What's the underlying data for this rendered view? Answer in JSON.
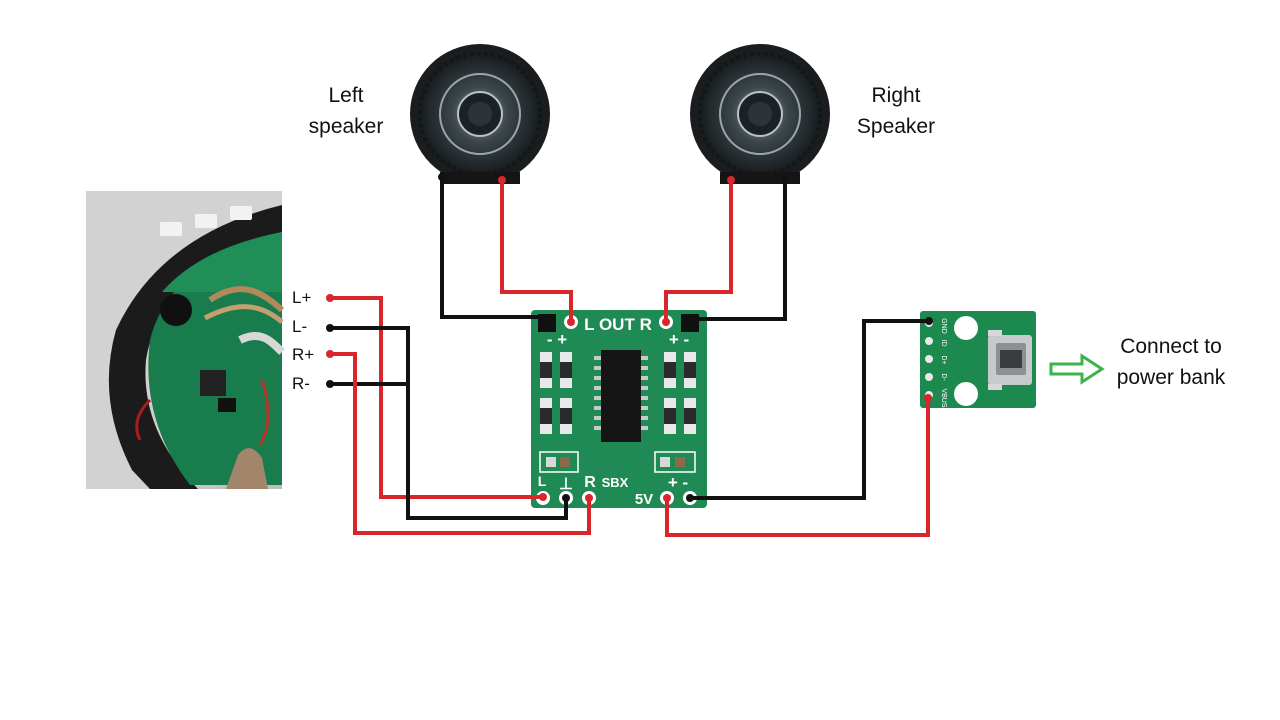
{
  "labels": {
    "left_speaker": [
      "Left",
      "speaker"
    ],
    "right_speaker": [
      "Right",
      "Speaker"
    ],
    "power": [
      "Connect to",
      "power bank"
    ]
  },
  "input_pins": [
    "L+",
    "L-",
    "R+",
    "R-"
  ],
  "amp_board": {
    "out_label": "L OUT R",
    "top_left_polarity": "- +",
    "top_right_polarity": "+ -",
    "model": "SBX",
    "bottom_left": "L",
    "bottom_ground": "⊥",
    "bottom_right": "R",
    "power_label": "5V",
    "power_polarity": "+ -"
  },
  "usb_board_pins": [
    "GND",
    "ID",
    "D+",
    "D-",
    "VBUS"
  ],
  "colors": {
    "positive_wire": "#d9262a",
    "negative_wire": "#111111",
    "pcb_green": "#1f8a54",
    "arrow": "#3cb44a"
  }
}
